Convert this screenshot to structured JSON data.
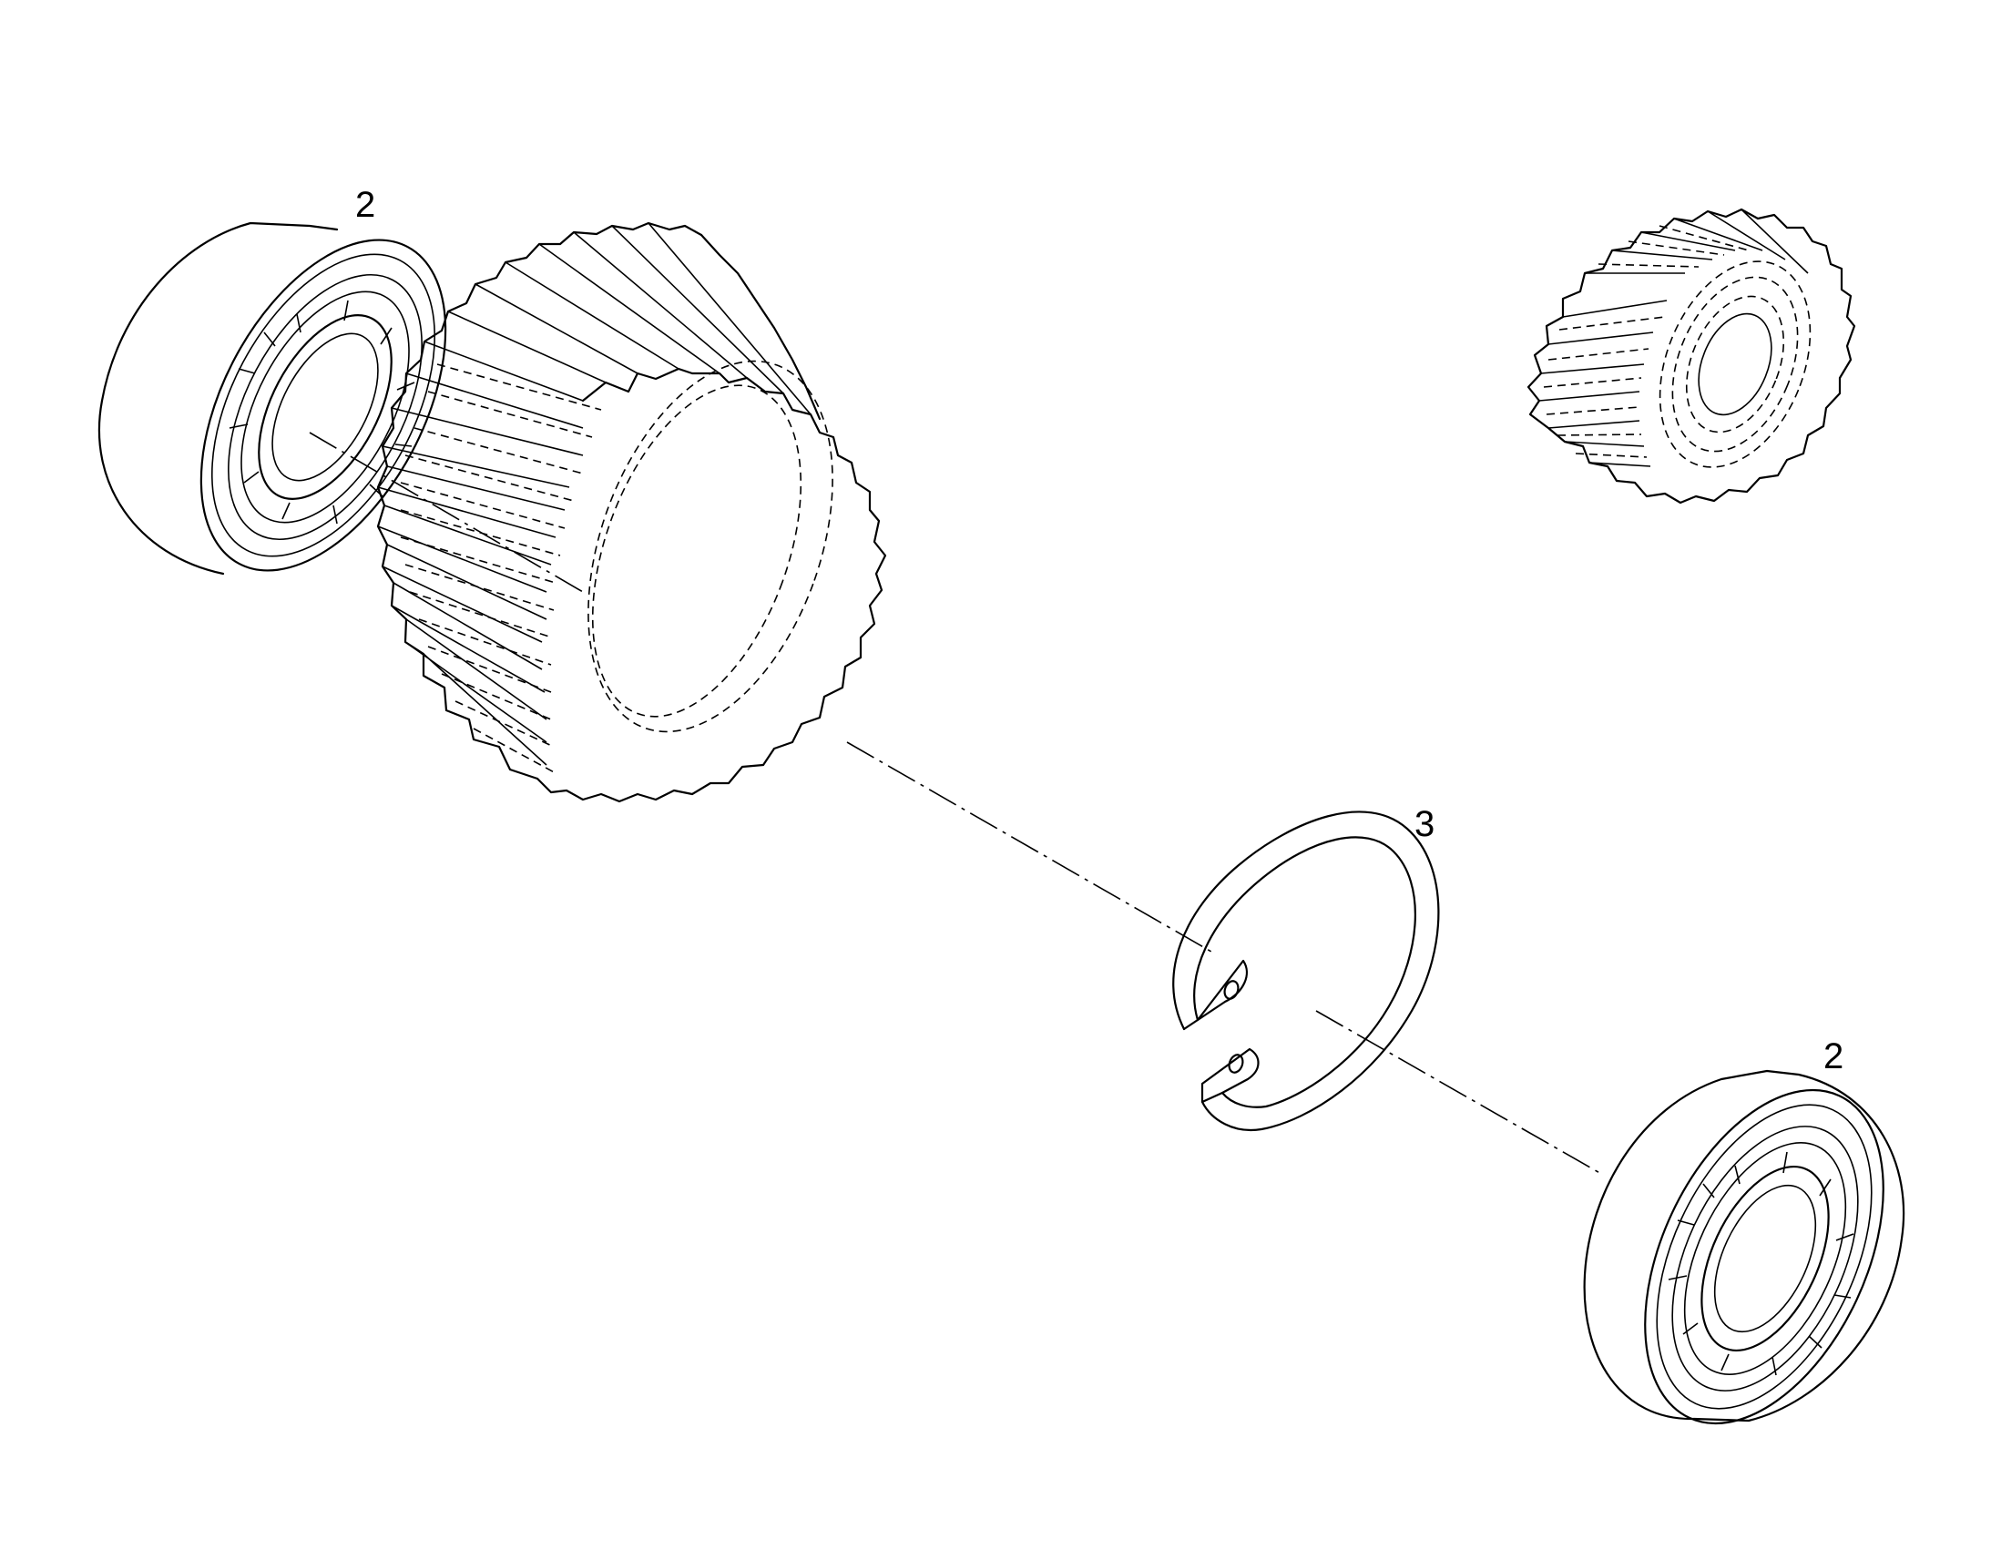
{
  "callouts": {
    "bearing_left": "2",
    "snap_ring": "3",
    "bearing_right": "2"
  },
  "parts": [
    "ball-bearing",
    "spur-gear",
    "snap-ring",
    "ball-bearing"
  ],
  "colors": {
    "ink": "#000000",
    "paper": "#ffffff"
  }
}
